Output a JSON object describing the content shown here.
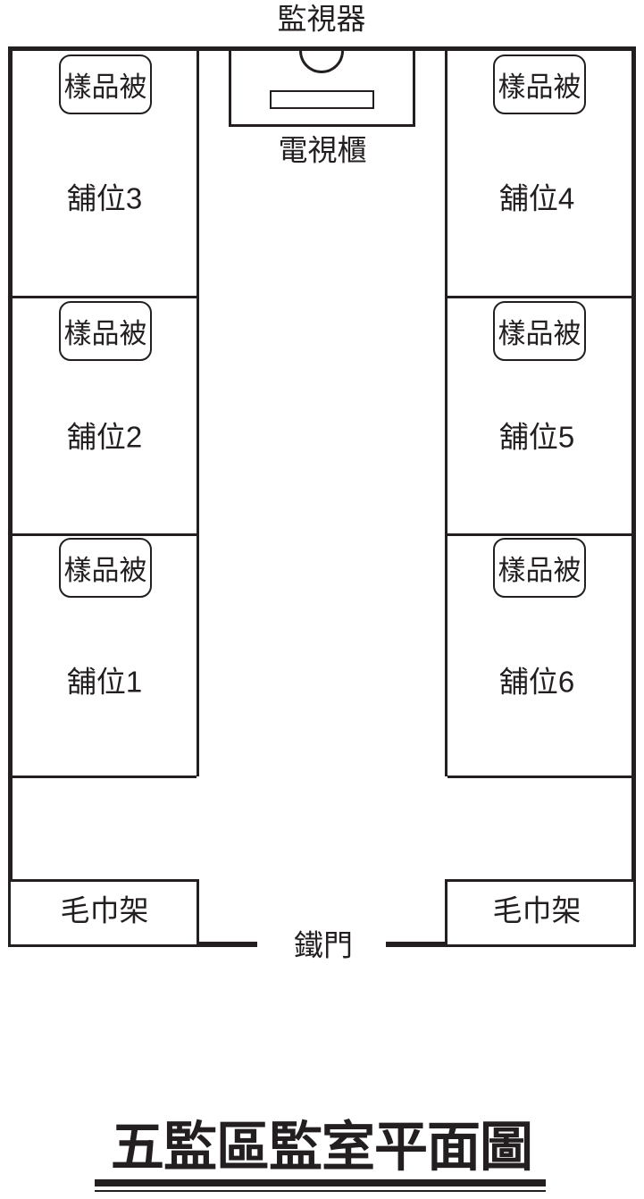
{
  "title": "五監區監室平面圖",
  "labels": {
    "monitor": "監視器",
    "tv_cabinet": "電視櫃",
    "iron_door": "鐵門",
    "sample_quilt": "樣品被",
    "towel_rack": "毛巾架"
  },
  "bunks": {
    "left_column": [
      "舖位3",
      "舖位2",
      "舖位1"
    ],
    "right_column": [
      "舖位4",
      "舖位5",
      "舖位6"
    ]
  },
  "colors": {
    "line": "#231f20",
    "background": "#ffffff"
  }
}
